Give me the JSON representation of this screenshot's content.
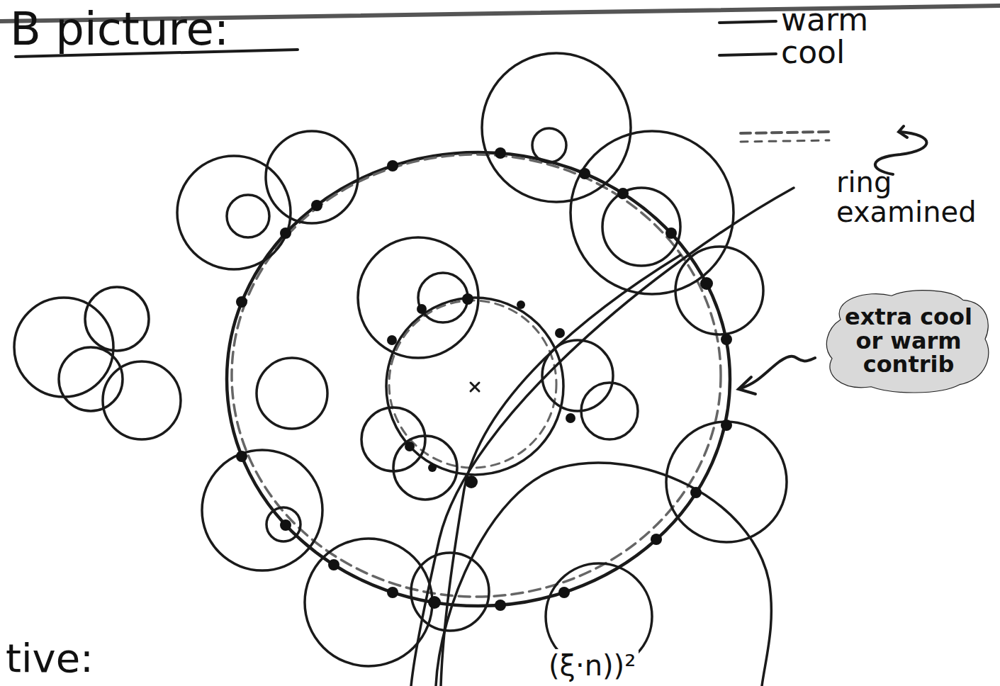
{
  "diagram": {
    "title": "B picture:",
    "nodes": [
      {
        "text": [
          "extra cool or warm contrib"
        ]
      }
    ],
    "labels": [
      "tive:",
      "(ξ·n))²"
    ],
    "legend": [
      {
        "text": "warm"
      },
      {
        "text": "cool"
      },
      {
        "text": "ring examined"
      }
    ]
  }
}
